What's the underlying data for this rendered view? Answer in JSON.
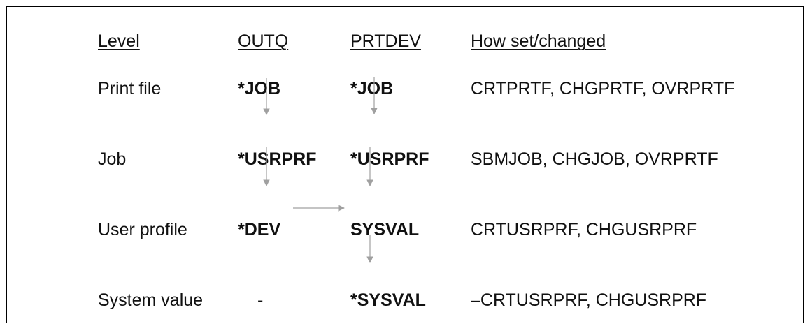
{
  "headers": {
    "level": "Level",
    "outq": "OUTQ",
    "prtdev": "PRTDEV",
    "how": "How set/changed"
  },
  "rows": [
    {
      "level": "Print file",
      "outq": "*JOB",
      "prtdev": "*JOB",
      "how": "CRTPRTF, CHGPRTF, OVRPRTF"
    },
    {
      "level": "Job",
      "outq": "*USRPRF",
      "prtdev": "*USRPRF",
      "how": "SBMJOB, CHGJOB, OVRPRTF"
    },
    {
      "level": "User profile",
      "outq": "*DEV",
      "prtdev": "SYSVAL",
      "how": "CRTUSRPRF, CHGUSRPRF"
    },
    {
      "level": "System value",
      "outq": "-",
      "prtdev": "*SYSVAL",
      "how": "–CRTUSRPRF, CHGUSRPRF"
    }
  ],
  "colors": {
    "text": "#111111",
    "border": "#000000",
    "arrow": "#a0a0a0"
  }
}
